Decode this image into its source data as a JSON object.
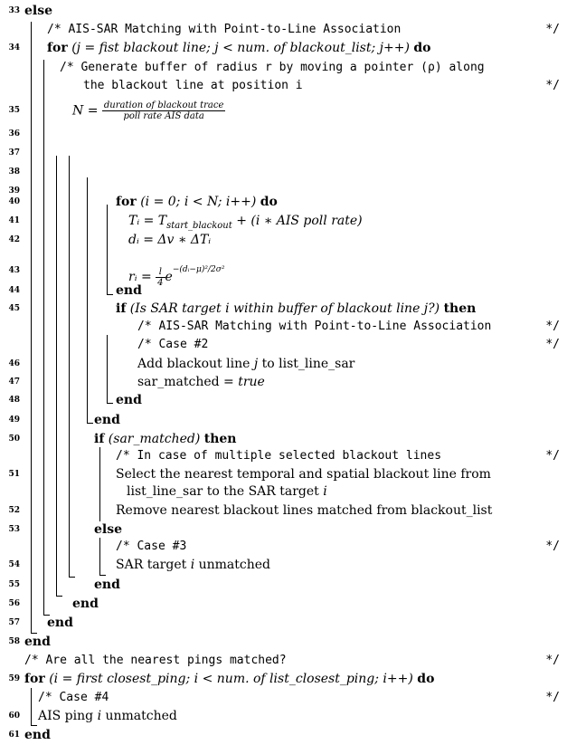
{
  "lines": {
    "l33": {
      "num": "33",
      "kw": "else"
    },
    "c_match1": {
      "text": "/* AIS-SAR Matching with Point-to-Line Association",
      "end": "*/"
    },
    "l34": {
      "num": "34",
      "kw1": "for",
      "cond": "(j = fist blackout line; j < num. of blackout_list; j++)",
      "kw2": "do"
    },
    "c_buf1": {
      "text": "/* Generate buffer of radius r by moving a pointer (ρ) along"
    },
    "c_buf2": {
      "text": "the blackout line at position i",
      "end": "*/"
    },
    "l35": {
      "num": "35",
      "lhs": "N =",
      "num_frac": "duration of blackout trace",
      "den_frac": "poll rate AIS data"
    },
    "l36": {
      "num": "36"
    },
    "l37": {
      "num": "37"
    },
    "l38": {
      "num": "38"
    },
    "l39": {
      "num": "39"
    },
    "l40": {
      "num": "40",
      "kw1": "for",
      "cond": "(i = 0; i < N; i++)",
      "kw2": "do"
    },
    "l41": {
      "num": "41",
      "text": "Tᵢ = T",
      "sub": "start_blackout",
      "rest": " + (i ∗ AIS poll rate)"
    },
    "l42": {
      "num": "42",
      "text": "dᵢ = Δv ∗ ΔTᵢ"
    },
    "l43": {
      "num": "43",
      "text": "rᵢ = ",
      "coef": "l",
      "coefden": "4",
      "exp": "e",
      "expo": "−(dᵢ−μ)²/2σ²"
    },
    "l44": {
      "num": "44",
      "kw": "end"
    },
    "l45": {
      "num": "45",
      "kw1": "if",
      "cond": "(Is SAR target i within buffer of blackout line j?)",
      "kw2": "then"
    },
    "c_match2": {
      "text": "/* AIS-SAR Matching with Point-to-Line Association",
      "end": "*/"
    },
    "c_case2": {
      "text": "/* Case #2",
      "end": "*/"
    },
    "l46": {
      "num": "46",
      "text": "Add blackout line ",
      "it": "j",
      "rest": " to list_line_sar"
    },
    "l47": {
      "num": "47",
      "text": "sar_matched = ",
      "it": "true"
    },
    "l48": {
      "num": "48",
      "kw": "end"
    },
    "l49": {
      "num": "49",
      "kw": "end"
    },
    "l50": {
      "num": "50",
      "kw1": "if",
      "cond": "(sar_matched)",
      "kw2": "then"
    },
    "c_multi": {
      "text": "/* In case of multiple selected blackout lines",
      "end": "*/"
    },
    "l51": {
      "num": "51",
      "text": "Select the nearest temporal and spatial blackout line from"
    },
    "l51b": {
      "text": "list_line_sar to the SAR target ",
      "it": "i"
    },
    "l52": {
      "num": "52",
      "text": "Remove nearest blackout lines matched from blackout_list"
    },
    "l53": {
      "num": "53",
      "kw": "else"
    },
    "c_case3": {
      "text": "/* Case #3",
      "end": "*/"
    },
    "l54": {
      "num": "54",
      "text": "SAR target ",
      "it": "i",
      "rest": " unmatched"
    },
    "l55": {
      "num": "55",
      "kw": "end"
    },
    "l56": {
      "num": "56",
      "kw": "end"
    },
    "l57": {
      "num": "57",
      "kw": "end"
    },
    "l58": {
      "num": "58",
      "kw": "end"
    },
    "c_pings": {
      "text": "/* Are all the nearest pings matched?",
      "end": "*/"
    },
    "l59": {
      "num": "59",
      "kw1": "for",
      "cond": "(i = first closest_ping; i < num. of list_closest_ping; i++)",
      "kw2": "do"
    },
    "c_case4": {
      "text": "/* Case #4",
      "end": "*/"
    },
    "l60": {
      "num": "60",
      "text": "AIS ping ",
      "it": "i",
      "rest": " unmatched"
    },
    "l61": {
      "num": "61",
      "kw": "end"
    }
  }
}
